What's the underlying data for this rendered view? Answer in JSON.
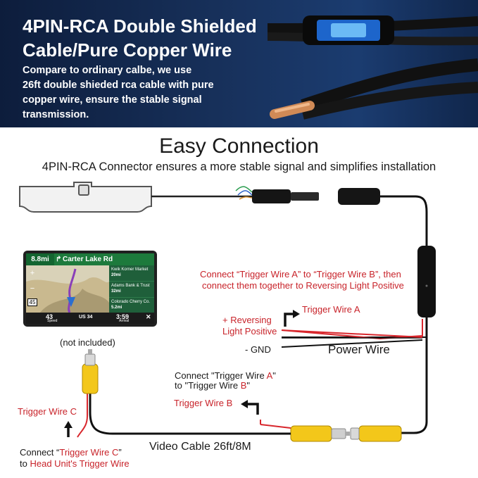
{
  "banner": {
    "title_line1": "4PIN-RCA Double Shielded",
    "title_line2": "Cable/Pure Copper Wire",
    "desc_line1": "Compare to ordinary calbe, we use",
    "desc_line2": "26ft double shieded rca cable with pure",
    "desc_line3": "copper wire, ensure the stable signal",
    "desc_line4": "transmission."
  },
  "heading": {
    "title": "Easy Connection",
    "subtitle": "4PIN-RCA Connector ensures a more stable signal and simplifies installation"
  },
  "gps": {
    "distance": "8.8mi",
    "street": "Carter Lake Rd",
    "poi1_name": "Kwik Korner Market",
    "poi1_dist": "20mi",
    "poi2_name": "Adams Bank & Trust",
    "poi2_dist": "32mi",
    "poi3_name": "Colorado Cherry Co.",
    "poi3_dist": "5.2mi",
    "speed": "43",
    "speed_unit": "Speed",
    "route": "US 34",
    "arrival_time": "3:59",
    "arrival_label": "Arrival",
    "limit": "45",
    "zoom_in": "+",
    "zoom_out": "−",
    "not_included": "(not included)"
  },
  "labels": {
    "connect_ab_line1": "Connect “Trigger Wire A” to “Trigger Wire B”, then",
    "connect_ab_line2": "connect them together to Reversing Light Positive",
    "trigger_a": "Trigger Wire A",
    "reversing_line1": "+ Reversing",
    "reversing_line2": "Light  Positive",
    "gnd": "-  GND",
    "power_wire": "Power Wire",
    "connect_ab2_prefix": "Connect \"Trigger Wire ",
    "connect_ab2_a": "A",
    "connect_ab2_suffix": "\"",
    "connect_ab2_line2_prefix": "to \"Trigger Wire ",
    "connect_ab2_b": "B",
    "connect_ab2_line2_suffix": "\"",
    "trigger_b": "Trigger Wire B",
    "trigger_c": "Trigger Wire C",
    "connect_c_prefix": "Connect “",
    "connect_c_red": "Trigger Wire C",
    "connect_c_suffix": "”",
    "to_head_prefix": "to ",
    "to_head_red": "Head Unit's Trigger Wire",
    "video_cable": "Video Cable 26ft/8M"
  }
}
